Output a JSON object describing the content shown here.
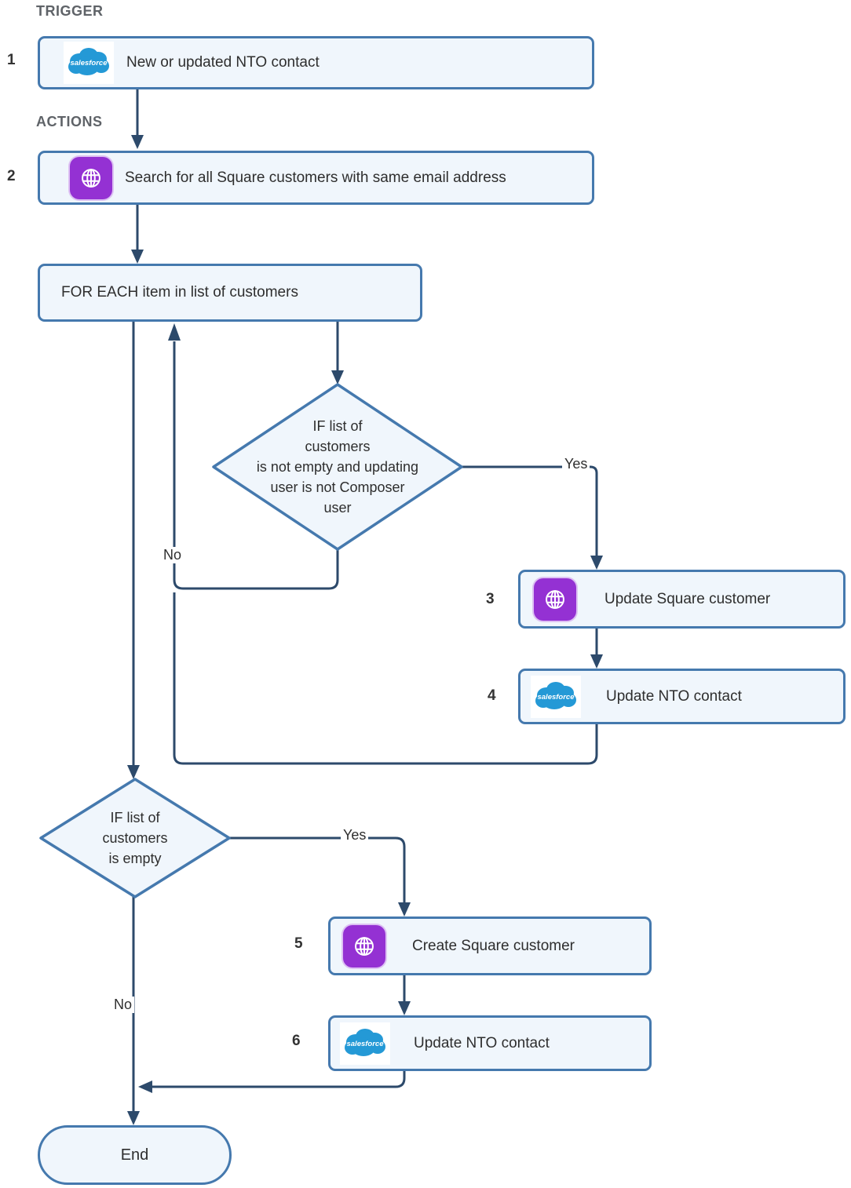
{
  "diagram": {
    "sections": {
      "trigger": "TRIGGER",
      "actions": "ACTIONS"
    },
    "steps": {
      "step1": {
        "number": "1",
        "label": "New or updated NTO contact",
        "icon": "salesforce-icon"
      },
      "step2": {
        "number": "2",
        "label": "Search for all Square customers with same email address",
        "icon": "globe-icon"
      },
      "step3": {
        "number": "3",
        "label": "Update Square customer",
        "icon": "globe-icon"
      },
      "step4": {
        "number": "4",
        "label": "Update NTO contact",
        "icon": "salesforce-icon"
      },
      "step5": {
        "number": "5",
        "label": "Create Square customer",
        "icon": "globe-icon"
      },
      "step6": {
        "number": "6",
        "label": "Update NTO contact",
        "icon": "salesforce-icon"
      }
    },
    "loop": {
      "label": "FOR EACH item in list of customers"
    },
    "decisions": {
      "decision1": {
        "label": "IF list of\ncustomers\nis not empty and updating\nuser is not Composer\nuser"
      },
      "decision2": {
        "label": "IF list of\ncustomers\nis empty"
      }
    },
    "edge_labels": {
      "yes1": "Yes",
      "no1": "No",
      "yes2": "Yes",
      "no2": "No"
    },
    "terminator": {
      "label": "End"
    },
    "salesforce_logo_text": "salesforce",
    "colors": {
      "connector": "#2d4a6b",
      "node_border": "#4579ae",
      "node_fill": "#f0f6fc",
      "square_purple": "#9431d3",
      "salesforce_blue": "#2499d6",
      "text": "#2e2e2e",
      "section_header": "#5f6368"
    }
  }
}
